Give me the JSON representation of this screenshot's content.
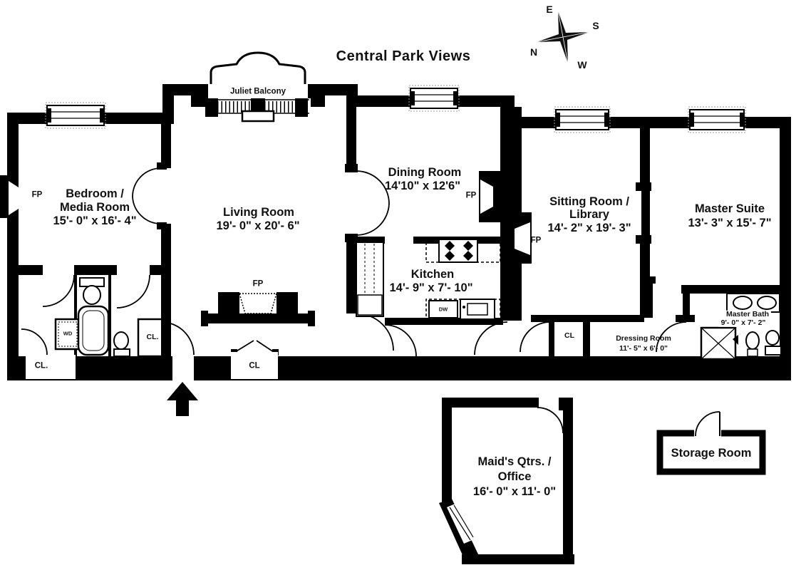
{
  "title": "Central Park Views",
  "compass": {
    "e": "E",
    "s": "S",
    "n": "N",
    "w": "W"
  },
  "rooms": {
    "bedroom": {
      "name1": "Bedroom /",
      "name2": "Media Room",
      "dims": "15'- 0\" x 16'- 4\""
    },
    "living": {
      "name": "Living Room",
      "dims": "19'- 0\" x 20'- 6\""
    },
    "dining": {
      "name": "Dining Room",
      "dims": "14'10\" x 12'6\""
    },
    "kitchen": {
      "name": "Kitchen",
      "dims": "14'- 9\" x 7'- 10\""
    },
    "sitting": {
      "name1": "Sitting Room /",
      "name2": "Library",
      "dims": "14'- 2\" x 19'- 3\""
    },
    "master_suite": {
      "name": "Master Suite",
      "dims": "13'- 3\" x 15'- 7\""
    },
    "master_bath": {
      "name": "Master Bath",
      "dims": "9'- 0\" x 7'- 2\""
    },
    "dressing": {
      "name": "Dressing Room",
      "dims": "11'- 5\" x 6'- 0\""
    },
    "maids": {
      "name1": "Maid's Qtrs. /",
      "name2": "Office",
      "dims": "16'- 0\" x 11'- 0\""
    },
    "storage": {
      "name": "Storage Room"
    },
    "juliet_balcony": {
      "name": "Juliet Balcony"
    }
  },
  "fixtures": {
    "fireplace": "FP",
    "closet": "CL",
    "closet_dot": "CL.",
    "washer_dryer": "WD",
    "dishwasher": "DW"
  },
  "colors": {
    "ink": "#111111",
    "paper": "#ffffff"
  }
}
